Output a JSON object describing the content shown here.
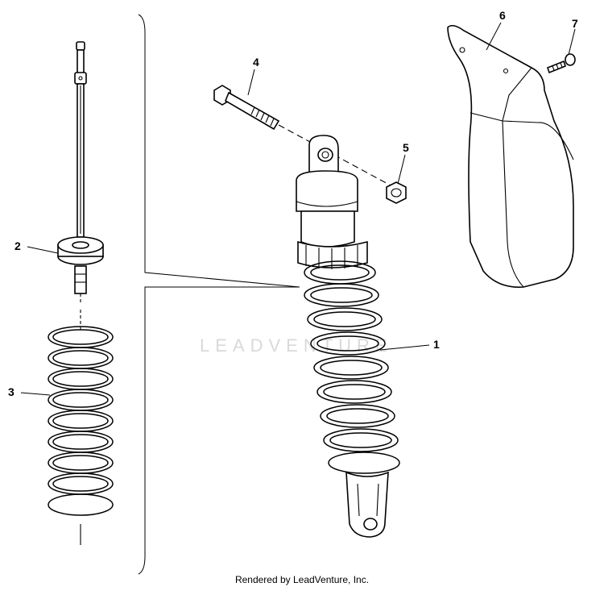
{
  "diagram": {
    "callouts": [
      {
        "id": "1",
        "label": "1"
      },
      {
        "id": "2",
        "label": "2"
      },
      {
        "id": "3",
        "label": "3"
      },
      {
        "id": "4",
        "label": "4"
      },
      {
        "id": "5",
        "label": "5"
      },
      {
        "id": "6",
        "label": "6"
      },
      {
        "id": "7",
        "label": "7"
      }
    ],
    "watermark_text": "LEADVENTURE",
    "footer_text": "Rendered by LeadVenture, Inc."
  }
}
